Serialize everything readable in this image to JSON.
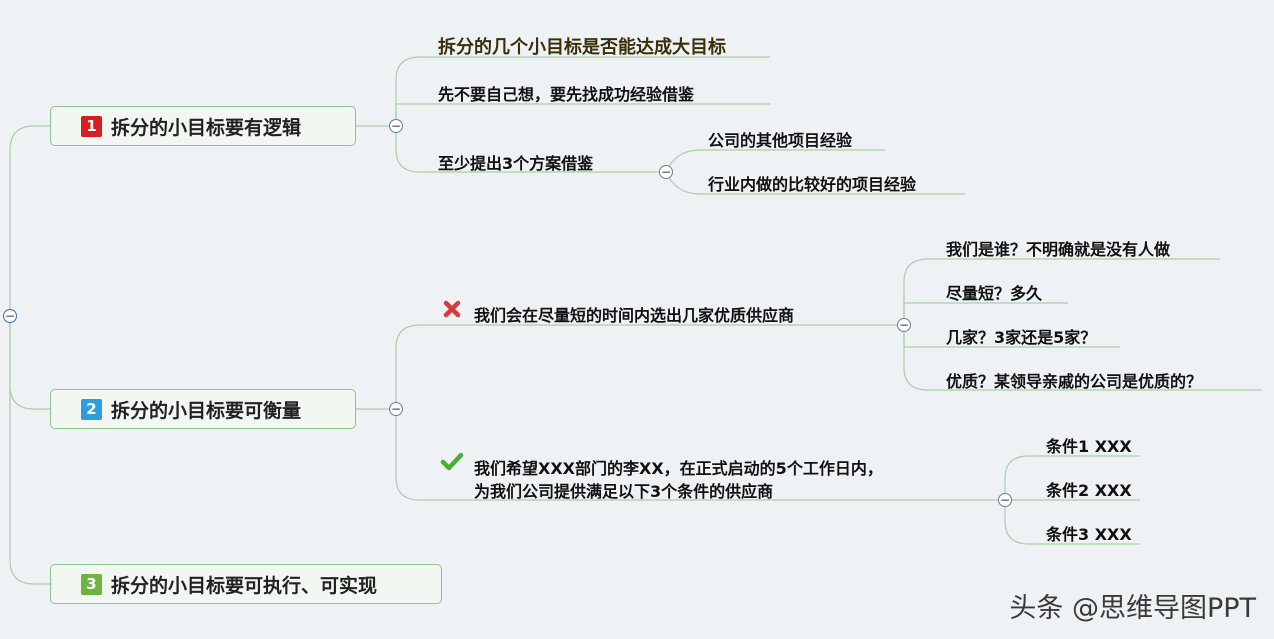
{
  "goals": [
    {
      "number": "1",
      "label": "拆分的小目标要有逻辑",
      "badge_color": "#d71f1f",
      "children": [
        "拆分的几个小目标是否能达成大目标",
        "先不要自己想，要先找成功经验借鉴",
        "至少提出3个方案借鉴"
      ],
      "sub_children": [
        "公司的其他项目经验",
        "行业内做的比较好的项目经验"
      ]
    },
    {
      "number": "2",
      "label": "拆分的小目标要可衡量",
      "badge_color": "#2c9ee0",
      "bad_example": {
        "icon": "red-cross-icon",
        "text": "我们会在尽量短的时间内选出几家优质供应商",
        "questions": [
          "我们是谁？不明确就是没有人做",
          "尽量短？多久",
          "几家？3家还是5家？",
          "优质？某领导亲戚的公司是优质的？"
        ]
      },
      "good_example": {
        "icon": "green-check-icon",
        "line1": "我们希望XXX部门的李XX，在正式启动的5个工作日内，",
        "line2": "为我们公司提供满足以下3个条件的供应商",
        "conditions": [
          "条件1 XXX",
          "条件2 XXX",
          "条件3 XXX"
        ]
      }
    },
    {
      "number": "3",
      "label": "拆分的小目标要可执行、可实现",
      "badge_color": "#6db33f"
    }
  ],
  "watermark": "头条 @思维导图PPT",
  "colors": {
    "line": "#9fc79f",
    "background": "#eef2f5"
  }
}
